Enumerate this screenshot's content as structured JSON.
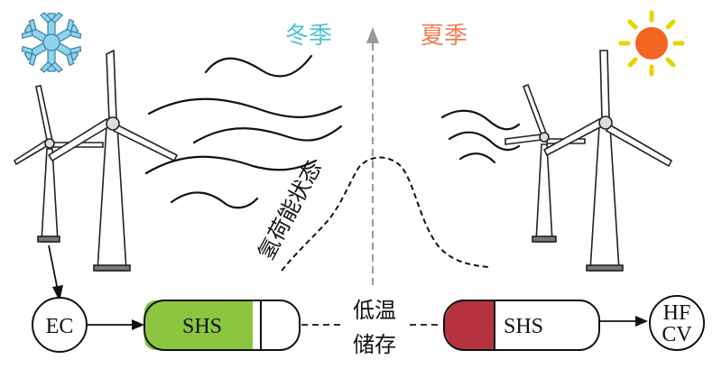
{
  "seasons": {
    "winter": "冬季",
    "summer": "夏季"
  },
  "curve_label": "氢荷能状态",
  "storage_label_line1": "低温",
  "storage_label_line2": "储存",
  "nodes": {
    "ec": "EC",
    "shs_left": "SHS",
    "shs_right": "SHS",
    "hfcv_line1": "HF",
    "hfcv_line2": "CV"
  },
  "colors": {
    "winter": "#4fc3d0",
    "summer": "#f07c54",
    "shs_charged": "#8cc63f",
    "shs_low": "#b5323e",
    "snowflake": "#8fd3ec",
    "sun": "#f26522",
    "sun_rays": "#e8d400"
  },
  "icons": {
    "winter": "snowflake-icon",
    "summer": "sun-icon"
  }
}
